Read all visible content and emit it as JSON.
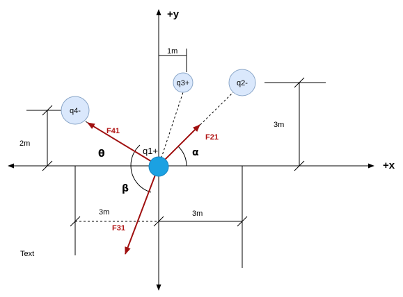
{
  "axes": {
    "x_label": "+x",
    "y_label": "+y"
  },
  "charges": {
    "q1": "q1+",
    "q2": "q2-",
    "q3": "q3+",
    "q4": "q4-"
  },
  "forces": {
    "f21": "F21",
    "f31": "F31",
    "f41": "F41"
  },
  "angles": {
    "alpha": "α",
    "beta": "β",
    "theta": "θ"
  },
  "dimensions": {
    "q3_offset": "1m",
    "q2_height": "3m",
    "q4_height": "2m",
    "left_horizontal": "3m",
    "right_horizontal": "3m"
  },
  "free_text": "Text",
  "colors": {
    "force": "#a01010",
    "q1_fill": "#1ba1e2",
    "charge_fill": "#dae8fc"
  }
}
